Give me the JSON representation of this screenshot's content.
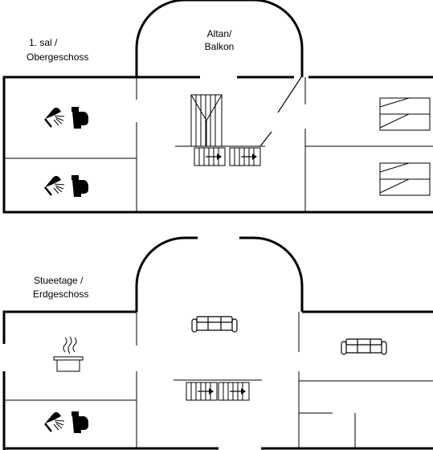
{
  "upper_floor": {
    "label_line1": "1. sal /",
    "label_line2": "Obergeschoss",
    "balcony_line1": "Altan/",
    "balcony_line2": "Balkon",
    "fixtures": [
      "shower-icon",
      "toilet-icon",
      "stairs-icon",
      "bed-icon"
    ]
  },
  "ground_floor": {
    "label_line1": "Stueetage /",
    "label_line2": "Erdgeschoss",
    "fixtures": [
      "sofa-icon",
      "cooking-pot-icon",
      "shower-icon",
      "toilet-icon",
      "stairs-icon"
    ]
  }
}
